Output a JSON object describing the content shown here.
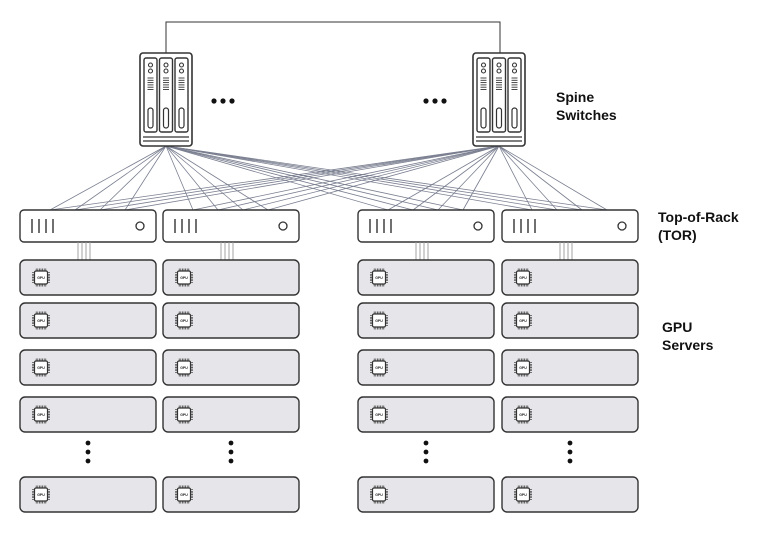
{
  "labels": {
    "spine": [
      "Spine",
      "Switches"
    ],
    "tor": [
      "Top-of-Rack",
      "(TOR)"
    ],
    "gpu": [
      "GPU",
      "Servers"
    ]
  },
  "gpu_chip_text": "GPU",
  "ellipsis": "...",
  "spine_count_shown": 2,
  "rack_count_shown": 4,
  "servers_per_rack_shown": 5,
  "colors": {
    "outline": "#333333",
    "server_fill": "#e6e6ea",
    "link": "#7a7f90"
  }
}
